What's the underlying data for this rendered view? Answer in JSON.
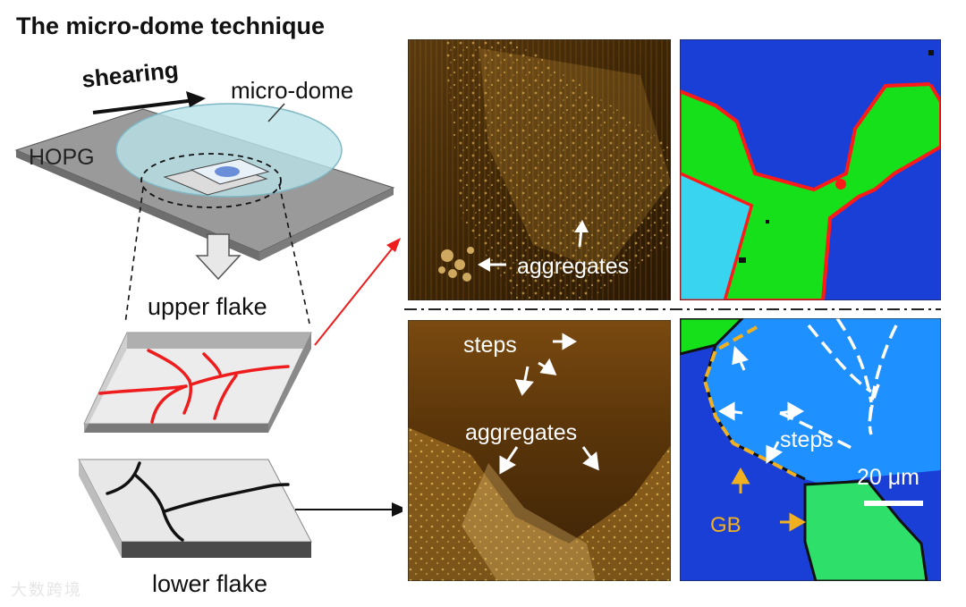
{
  "title": "The micro-dome technique",
  "labels": {
    "shearing": "shearing",
    "micro_dome": "micro-dome",
    "hopg": "HOPG",
    "upper_flake": "upper flake",
    "lower_flake": "lower flake"
  },
  "afm_top": {
    "aggregates": "aggregates"
  },
  "afm_bottom": {
    "steps": "steps",
    "aggregates": "aggregates"
  },
  "map_bottom": {
    "steps": "steps",
    "gb": "GB",
    "scale": "20 μm"
  },
  "watermark": "大数跨境",
  "colors": {
    "grain_blue": "#1a3fd6",
    "grain_light_blue": "#1e90ff",
    "grain_green": "#15e01a",
    "grain_cyan": "#38d4f0",
    "boundary_red": "#ff1a1a",
    "gb_orange": "#f0b020",
    "afm_brown": "#4a2c0a",
    "afm_gold": "#d9a640"
  }
}
